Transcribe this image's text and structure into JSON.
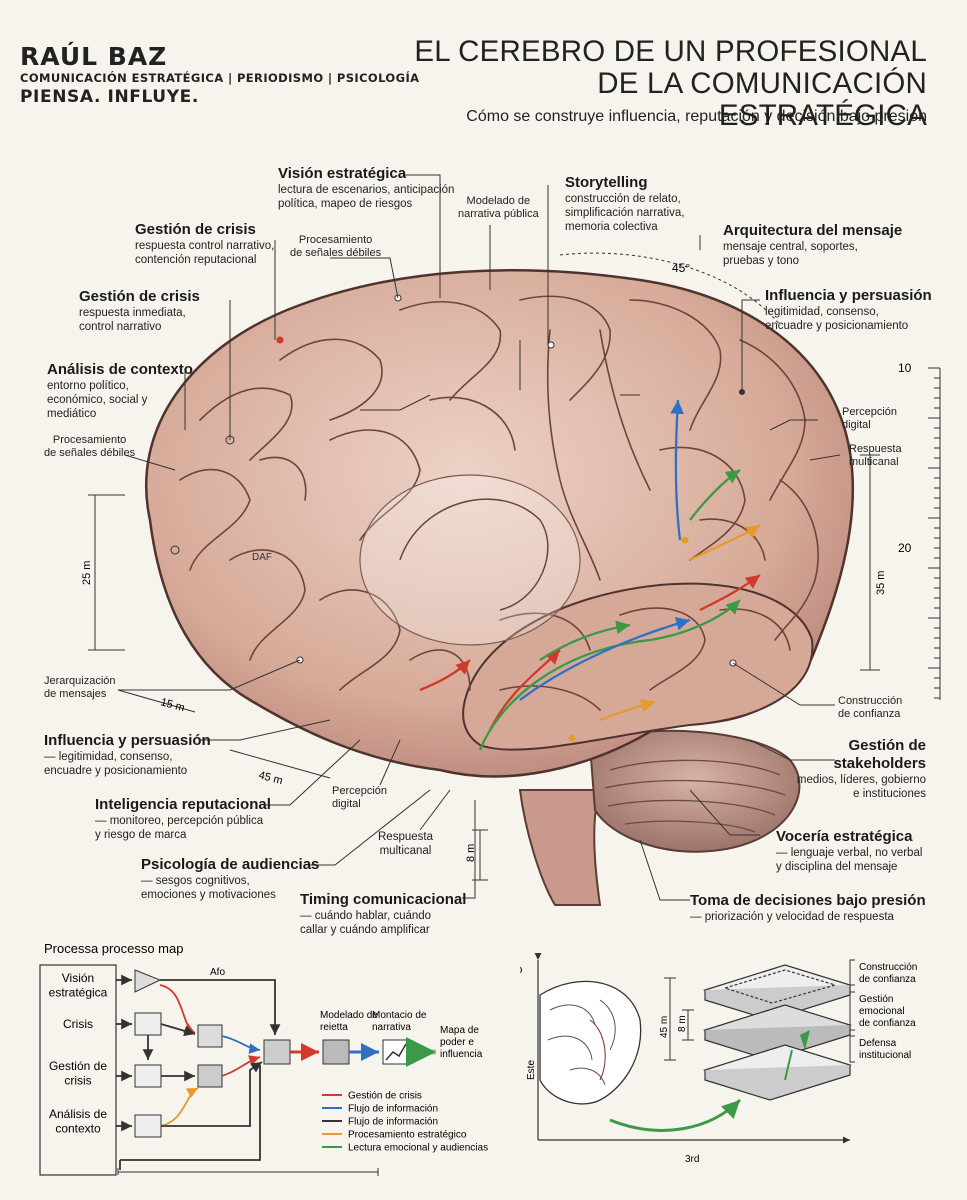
{
  "brand": {
    "name": "RAÚL BAZ",
    "tagline": "COMUNICACIÓN ESTRATÉGICA | PERIODISMO | PSICOLOGÍA",
    "slogan": "PIENSA. INFLUYE."
  },
  "title_line1": "EL CEREBRO DE UN PROFESIONAL",
  "title_line2": "DE LA COMUNICACIÓN ESTRATÉGICA",
  "subtitle": "Cómo se construye influencia, reputación y decisión bajo presión",
  "labels": {
    "vision": {
      "title": "Visión estratégica",
      "line1": "lectura de escenarios, anticipación",
      "line2": "política, mapeo de riesgos"
    },
    "modelado": {
      "line1": "Modelado de",
      "line2": "narrativa pública"
    },
    "storytelling": {
      "title": "Storytelling",
      "line1": "construcción de relato,",
      "line2": "simplificación narrativa,",
      "line3": "memoria colectiva"
    },
    "crisis1": {
      "title": "Gestión de crisis",
      "line1": "respuesta control narrativo,",
      "line2": "contención reputacional"
    },
    "procesamiento_top": {
      "line1": "Procesamiento",
      "line2": "de señales débiles"
    },
    "arquitectura": {
      "title": "Arquitectura del mensaje",
      "line1": "mensaje central, soportes,",
      "line2": "pruebas y tono"
    },
    "angle": "45°",
    "crisis2": {
      "title": "Gestión de crisis",
      "line1": "respuesta inmediata,",
      "line2": "control narrativo"
    },
    "influencia_top": {
      "title": "Influencia y persuasión",
      "line1": "legitimidad, consenso,",
      "line2": "encuadre y posicionamiento"
    },
    "analisis": {
      "title": "Análisis de contexto",
      "line1": "entorno político,",
      "line2": "económico, social y",
      "line3": "mediático"
    },
    "procesamiento_left": {
      "line1": "Procesamiento",
      "line2": "de señales débiles"
    },
    "percepcion_right": {
      "line1": "Percepción",
      "line2": "digital"
    },
    "respuesta_right": {
      "line1": "Respuesta",
      "line2": "multicanal"
    },
    "jerarquizacion": {
      "line1": "Jerarquización",
      "line2": "de mensajes"
    },
    "construccion_right": {
      "line1": "Construcción",
      "line2": "de confianza"
    },
    "influencia_left": {
      "title": "Influencia y persuasión",
      "line1": "— legitimidad, consenso,",
      "line2": "encuadre y posicionamiento"
    },
    "stakeholders": {
      "title1": "Gestión de",
      "title2": "stakeholders",
      "line1": "medios, líderes, gobierno",
      "line2": "e instituciones"
    },
    "inteligencia": {
      "title": "Inteligencia reputacional",
      "line1": "— monitoreo, percepción pública",
      "line2": "y riesgo de marca"
    },
    "percepcion_mid": {
      "line1": "Percepción",
      "line2": "digital"
    },
    "respuesta_mid": {
      "line1": "Respuesta",
      "line2": "multicanal"
    },
    "vocerias": {
      "title": "Vocería estratégica",
      "line1": "— lenguaje verbal, no verbal",
      "line2": "y disciplina del mensaje"
    },
    "psicologia": {
      "title": "Psicología de audiencias",
      "line1": "— sesgos cognitivos,",
      "line2": "emociones y motivaciones"
    },
    "timing": {
      "title": "Timing comunicacional",
      "line1": "— cuándo hablar, cuándo",
      "line2": "callar y cuándo amplificar"
    },
    "toma": {
      "title": "Toma de decisiones bajo presión",
      "line1": "— priorización y velocidad de respuesta"
    }
  },
  "dimensions": {
    "d25": "25 m",
    "d15": "15 m",
    "d45": "45 m",
    "d35": "35 m",
    "d8": "8 m",
    "ruler_10": "10",
    "ruler_20": "20",
    "brain_text": "DAF"
  },
  "process_map": {
    "title": "Processa processo map",
    "inputs": [
      "Visión\nestratégica",
      "Crisis",
      "Gestión de\ncrisis",
      "Análisis de\ncontexto"
    ],
    "afo": "Afo",
    "modelado": "Modelado de\nreietta",
    "montacio": "Montacio de\nnarrativa",
    "mapa": "Mapa de\npoder e\ninfluencia",
    "legend": [
      {
        "label": "Gestión de crisis",
        "color": "#d03a2c"
      },
      {
        "label": "Flujo de información",
        "color": "#2f6fc4"
      },
      {
        "label": "Flujo de información",
        "color": "#333333"
      },
      {
        "label": "Procesamiento estratégico",
        "color": "#e59a2a"
      },
      {
        "label": "Lectura emocional y audiencias",
        "color": "#3a9a45"
      }
    ]
  },
  "concept": {
    "title_line1": "Conceptudia funcionza",
    "title_line2": "y quartifara quantitadico",
    "axis_y": "Este",
    "axis_x": "3rd",
    "d45": "45 m",
    "d8": "8 m",
    "layers": [
      {
        "line1": "Construcción",
        "line2": "de confianza"
      },
      {
        "line1": "Gestión",
        "line2": "emocional",
        "line3": "de confianza"
      },
      {
        "line1": "Defensa",
        "line2": "institucional"
      }
    ]
  },
  "colors": {
    "red": "#d03a2c",
    "blue": "#2f6fc4",
    "orange": "#e59a2a",
    "green": "#3a9a45",
    "brain": "#d9b3a3"
  }
}
